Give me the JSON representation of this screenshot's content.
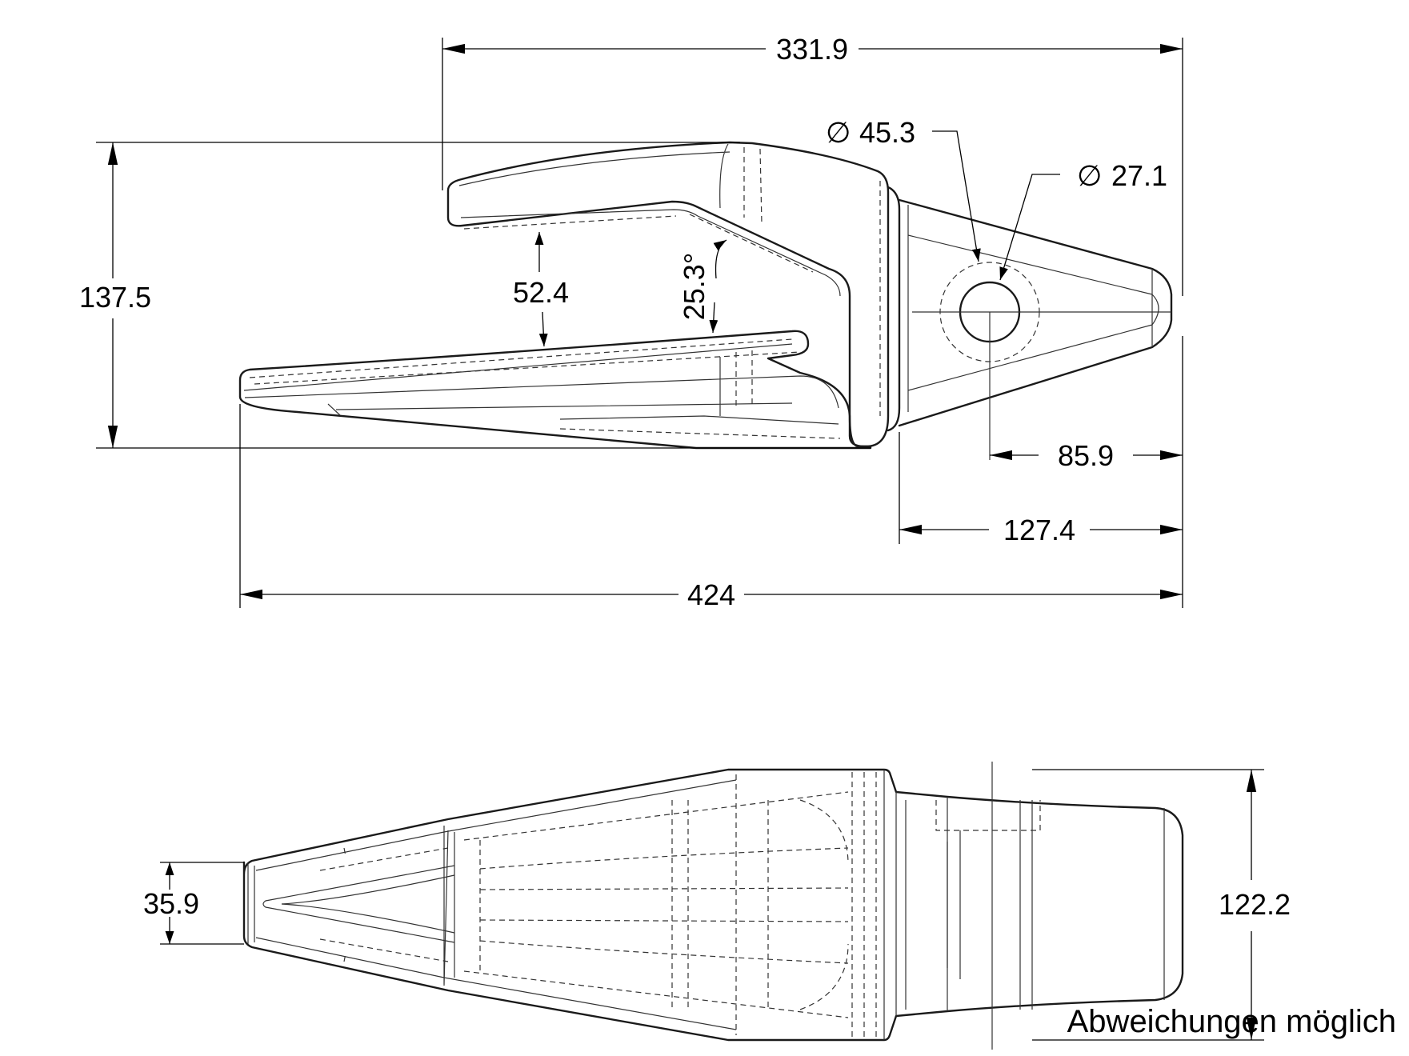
{
  "dimensions": {
    "top_length": "331.9",
    "bore_outer": "45.3",
    "bore_inner": "27.1",
    "height": "137.5",
    "pocket_gap": "52.4",
    "pocket_angle": "25.3°",
    "pin_to_tip": "85.9",
    "shank_length": "127.4",
    "overall_length": "424",
    "nose_width": "35.9",
    "overall_width": "122.2"
  },
  "symbols": {
    "diameter": "∅"
  },
  "note": "Abweichungen möglich"
}
